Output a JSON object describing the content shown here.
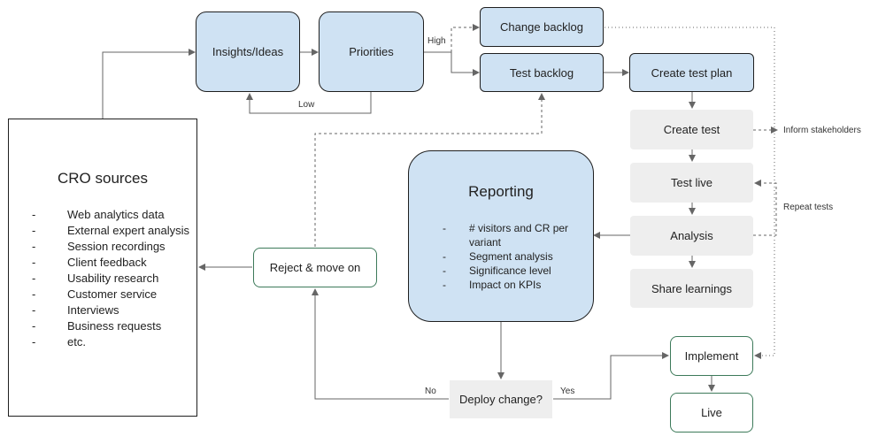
{
  "sources": {
    "title": "CRO sources",
    "items": [
      "Web analytics data",
      "External expert analysis",
      "Session recordings",
      "Client feedback",
      "Usability research",
      "Customer service",
      "Interviews",
      "Business requests",
      "etc."
    ]
  },
  "nodes": {
    "insights": "Insights/Ideas",
    "priorities": "Priorities",
    "change_backlog": "Change backlog",
    "test_backlog": "Test backlog",
    "create_test_plan": "Create test plan",
    "create_test": "Create test",
    "test_live": "Test live",
    "analysis": "Analysis",
    "share_learnings": "Share learnings",
    "reject": "Reject & move on",
    "deploy": "Deploy change?",
    "implement": "Implement",
    "live": "Live"
  },
  "reporting": {
    "title": "Reporting",
    "items": [
      "# visitors and CR per variant",
      "Segment analysis",
      "Significance level",
      "Impact on KPIs"
    ]
  },
  "labels": {
    "high": "High",
    "low": "Low",
    "no": "No",
    "yes": "Yes",
    "inform": "Inform stakeholders",
    "repeat": "Repeat tests"
  },
  "bullet_marker": "-",
  "colors": {
    "blue_fill": "#cfe2f3",
    "gray_fill": "#eeeeee",
    "green_border": "#3d7a5a",
    "line": "#666666"
  }
}
